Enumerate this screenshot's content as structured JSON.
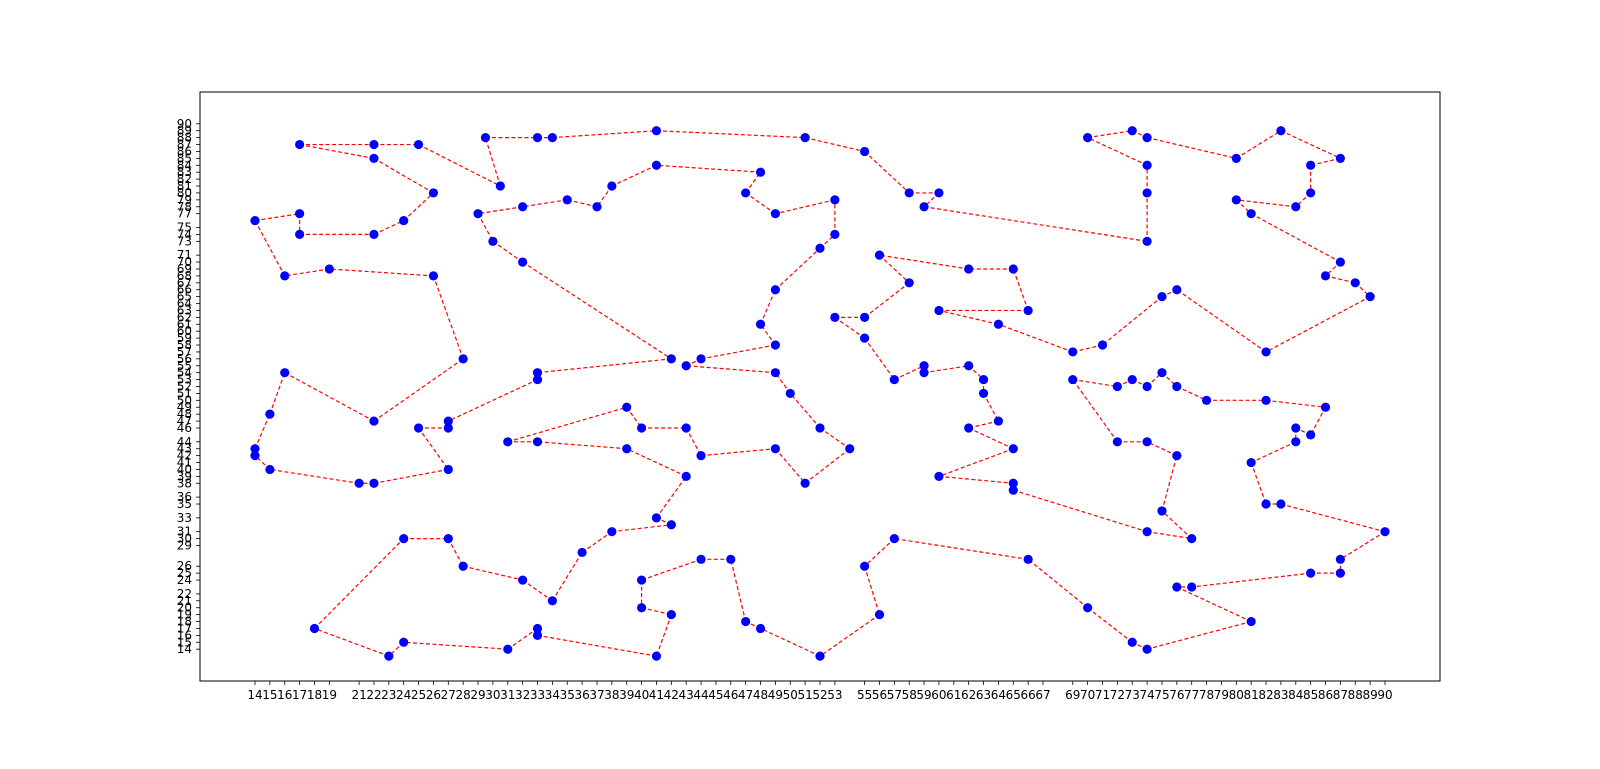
{
  "chart_data": {
    "type": "line",
    "title": "",
    "xlabel": "",
    "ylabel": "",
    "xlim": [
      10.3,
      93.7
    ],
    "ylim": [
      9.4,
      94.6
    ],
    "x_ticks": [
      14,
      15,
      16,
      17,
      18,
      19,
      21,
      22,
      23,
      24,
      25,
      26,
      27,
      28,
      29,
      30,
      31,
      32,
      33,
      34,
      35,
      36,
      37,
      38,
      39,
      40,
      41,
      42,
      43,
      44,
      45,
      46,
      47,
      48,
      49,
      50,
      51,
      52,
      53,
      55,
      56,
      57,
      58,
      59,
      60,
      61,
      62,
      63,
      64,
      65,
      66,
      67,
      69,
      70,
      71,
      72,
      73,
      74,
      75,
      76,
      77,
      78,
      79,
      80,
      81,
      82,
      83,
      84,
      85,
      86,
      87,
      88,
      89,
      90
    ],
    "y_ticks": [
      14,
      15,
      16,
      17,
      18,
      19,
      20,
      21,
      22,
      24,
      25,
      26,
      29,
      30,
      31,
      33,
      35,
      36,
      38,
      39,
      40,
      41,
      42,
      43,
      44,
      46,
      47,
      48,
      49,
      50,
      51,
      52,
      53,
      54,
      55,
      56,
      57,
      58,
      59,
      60,
      61,
      62,
      63,
      64,
      65,
      66,
      67,
      68,
      69,
      70,
      71,
      73,
      74,
      75,
      77,
      78,
      79,
      80,
      81,
      82,
      83,
      84,
      85,
      86,
      87,
      88,
      89,
      90
    ],
    "series": [
      {
        "marker_color": "#0000ff",
        "line_color": "#ff0000",
        "line_style": "dashed",
        "closed": true,
        "points": [
          [
            17,
            87
          ],
          [
            22,
            87
          ],
          [
            25,
            87
          ],
          [
            30.5,
            81
          ],
          [
            29.5,
            88
          ],
          [
            33,
            88
          ],
          [
            34,
            88
          ],
          [
            41,
            89
          ],
          [
            51,
            88
          ],
          [
            55,
            86
          ],
          [
            58,
            80
          ],
          [
            60,
            80
          ],
          [
            59,
            78
          ],
          [
            74,
            73
          ],
          [
            74,
            80
          ],
          [
            74,
            84
          ],
          [
            70,
            88
          ],
          [
            73,
            89
          ],
          [
            74,
            88
          ],
          [
            80,
            85
          ],
          [
            83,
            89
          ],
          [
            87,
            85
          ],
          [
            85,
            84
          ],
          [
            85,
            80
          ],
          [
            84,
            78
          ],
          [
            80,
            79
          ],
          [
            81,
            77
          ],
          [
            87,
            70
          ],
          [
            86,
            68
          ],
          [
            88,
            67
          ],
          [
            89,
            65
          ],
          [
            82,
            57
          ],
          [
            76,
            66
          ],
          [
            75,
            65
          ],
          [
            71,
            58
          ],
          [
            69,
            57
          ],
          [
            64,
            61
          ],
          [
            60,
            63
          ],
          [
            66,
            63
          ],
          [
            65,
            69
          ],
          [
            62,
            69
          ],
          [
            56,
            71
          ],
          [
            58,
            67
          ],
          [
            55,
            62
          ],
          [
            53,
            62
          ],
          [
            55,
            59
          ],
          [
            57,
            53
          ],
          [
            59,
            55
          ],
          [
            59,
            54
          ],
          [
            62,
            55
          ],
          [
            63,
            53
          ],
          [
            63,
            51
          ],
          [
            64,
            47
          ],
          [
            62,
            46
          ],
          [
            65,
            43
          ],
          [
            60,
            39
          ],
          [
            65,
            38
          ],
          [
            65,
            37
          ],
          [
            74,
            31
          ],
          [
            77,
            30
          ],
          [
            75,
            34
          ],
          [
            76,
            42
          ],
          [
            74,
            44
          ],
          [
            72,
            44
          ],
          [
            69,
            53
          ],
          [
            72,
            52
          ],
          [
            73,
            53
          ],
          [
            74,
            52
          ],
          [
            75,
            54
          ],
          [
            76,
            52
          ],
          [
            78,
            50
          ],
          [
            82,
            50
          ],
          [
            86,
            49
          ],
          [
            85,
            45
          ],
          [
            84,
            46
          ],
          [
            84,
            44
          ],
          [
            81,
            41
          ],
          [
            82,
            35
          ],
          [
            83,
            35
          ],
          [
            90,
            31
          ],
          [
            87,
            27
          ],
          [
            87,
            25
          ],
          [
            85,
            25
          ],
          [
            77,
            23
          ],
          [
            76,
            23
          ],
          [
            81,
            18
          ],
          [
            74,
            14
          ],
          [
            73,
            15
          ],
          [
            70,
            20
          ],
          [
            66,
            27
          ],
          [
            57,
            30
          ],
          [
            55,
            26
          ],
          [
            56,
            19
          ],
          [
            52,
            13
          ],
          [
            48,
            17
          ],
          [
            47,
            18
          ],
          [
            46,
            27
          ],
          [
            44,
            27
          ],
          [
            40,
            24
          ],
          [
            40,
            20
          ],
          [
            42,
            19
          ],
          [
            41,
            13
          ],
          [
            33,
            16
          ],
          [
            33,
            17
          ],
          [
            31,
            14
          ],
          [
            24,
            15
          ],
          [
            23,
            13
          ],
          [
            18,
            17
          ],
          [
            24,
            30
          ],
          [
            27,
            30
          ],
          [
            28,
            26
          ],
          [
            32,
            24
          ],
          [
            34,
            21
          ],
          [
            36,
            28
          ],
          [
            38,
            31
          ],
          [
            42,
            32
          ],
          [
            41,
            33
          ],
          [
            43,
            39
          ],
          [
            39,
            43
          ],
          [
            33,
            44
          ],
          [
            31,
            44
          ],
          [
            39,
            49
          ],
          [
            40,
            46
          ],
          [
            43,
            46
          ],
          [
            44,
            42
          ],
          [
            49,
            43
          ],
          [
            51,
            38
          ],
          [
            54,
            43
          ],
          [
            52,
            46
          ],
          [
            50,
            51
          ],
          [
            49,
            54
          ],
          [
            43,
            55
          ],
          [
            44,
            56
          ],
          [
            49,
            58
          ],
          [
            48,
            61
          ],
          [
            49,
            66
          ],
          [
            52,
            72
          ],
          [
            53,
            74
          ],
          [
            53,
            79
          ],
          [
            49,
            77
          ],
          [
            47,
            80
          ],
          [
            48,
            83
          ],
          [
            41,
            84
          ],
          [
            38,
            81
          ],
          [
            37,
            78
          ],
          [
            35,
            79
          ],
          [
            32,
            78
          ],
          [
            29,
            77
          ],
          [
            30,
            73
          ],
          [
            32,
            70
          ],
          [
            42,
            56
          ],
          [
            33,
            54
          ],
          [
            33,
            53
          ],
          [
            27,
            47
          ],
          [
            27,
            46
          ],
          [
            25,
            46
          ],
          [
            27,
            40
          ],
          [
            22,
            38
          ],
          [
            21,
            38
          ],
          [
            15,
            40
          ],
          [
            14,
            42
          ],
          [
            14,
            43
          ],
          [
            15,
            48
          ],
          [
            16,
            54
          ],
          [
            22,
            47
          ],
          [
            28,
            56
          ],
          [
            26,
            68
          ],
          [
            19,
            69
          ],
          [
            16,
            68
          ],
          [
            14,
            76
          ],
          [
            17,
            77
          ],
          [
            17,
            74
          ],
          [
            22,
            74
          ],
          [
            24,
            76
          ],
          [
            26,
            80
          ],
          [
            22,
            85
          ]
        ]
      }
    ]
  }
}
